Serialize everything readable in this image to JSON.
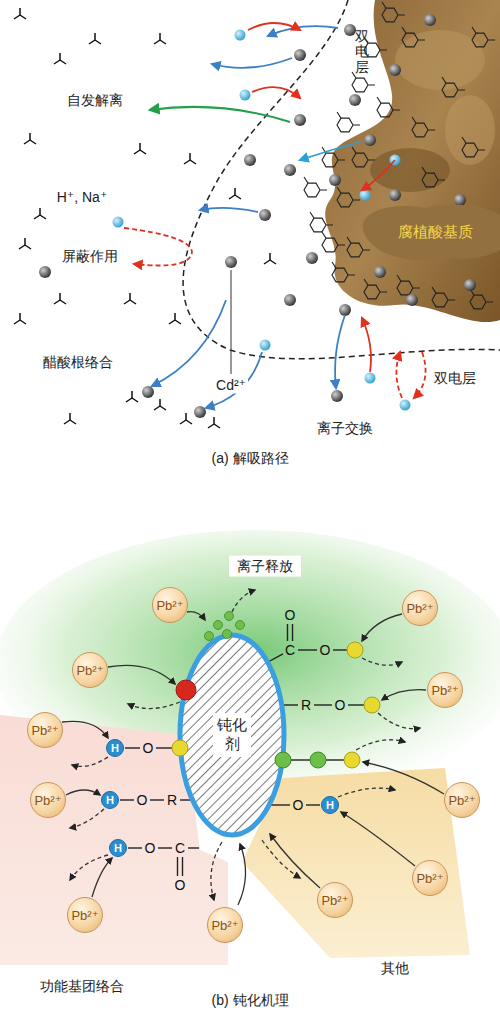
{
  "diagram": {
    "nodes": [
      {
        "text": [
          "腐植酸基质"
        ]
      },
      {
        "text": [
          "钝化剂"
        ]
      },
      {
        "text": [
          "Pb²⁺"
        ]
      },
      {
        "text": [
          "Pb²⁺"
        ]
      },
      {
        "text": [
          "Pb²⁺"
        ]
      },
      {
        "text": [
          "Pb²⁺"
        ]
      },
      {
        "text": [
          "Pb²⁺"
        ]
      },
      {
        "text": [
          "Pb²⁺"
        ]
      },
      {
        "text": [
          "Pb²⁺"
        ]
      },
      {
        "text": [
          "Pb²⁺"
        ]
      },
      {
        "text": [
          "Pb²⁺"
        ]
      },
      {
        "text": [
          "Pb²⁺"
        ]
      },
      {
        "text": [
          "Pb²⁺"
        ]
      },
      {
        "text": [
          "H"
        ]
      },
      {
        "text": [
          "H"
        ]
      },
      {
        "text": [
          "H"
        ]
      },
      {
        "text": [
          "H"
        ]
      }
    ],
    "labels": [
      "双电层",
      "自发解离",
      "H⁺, Na⁺",
      "屏蔽作用",
      "醋酸根络合",
      "Cd²⁺",
      "离子交换",
      "双电层",
      "(a) 解吸路径",
      "离子释放",
      "O",
      "C",
      "O",
      "R",
      "O",
      "O",
      "O",
      "O",
      "R",
      "O",
      "C",
      "O",
      "功能基团络合",
      "其他",
      "(b) 钝化机理"
    ]
  }
}
